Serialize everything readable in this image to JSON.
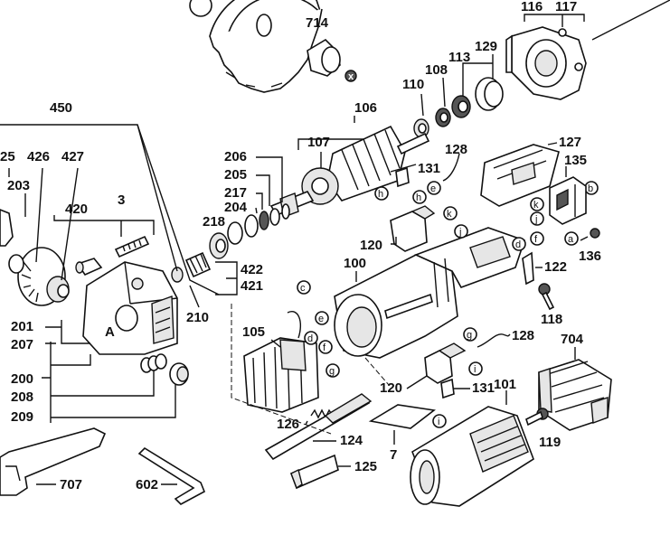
{
  "labels": {
    "l714": "714",
    "l116": "116",
    "l117": "117",
    "l129": "129",
    "l113": "113",
    "l108": "108",
    "l110": "110",
    "l106": "106",
    "l450": "450",
    "l107": "107",
    "l206": "206",
    "l205": "205",
    "l217": "217",
    "l204": "204",
    "l218": "218",
    "l127": "127",
    "l128a": "128",
    "l131a": "131",
    "l135": "135",
    "l136": "136",
    "l120a": "120",
    "l122": "122",
    "l118": "118",
    "l100": "100",
    "l422": "422",
    "l421": "421",
    "l210": "210",
    "l3": "3",
    "l420": "420",
    "l25": "25",
    "l426": "426",
    "l427": "427",
    "l203": "203",
    "l201": "201",
    "l207": "207",
    "l200": "200",
    "l208": "208",
    "l209": "209",
    "l105": "105",
    "l126": "126",
    "l124": "124",
    "l125": "125",
    "l7": "7",
    "l120b": "120",
    "l131b": "131",
    "l128b": "128",
    "l704": "704",
    "l101": "101",
    "l119": "119",
    "l707": "707",
    "l602": "602"
  },
  "callouts": {
    "a": "a",
    "b": "b",
    "c": "c",
    "d": "d",
    "e": "e",
    "f": "f",
    "g": "g",
    "h": "h",
    "i": "i",
    "j": "j",
    "k": "k"
  },
  "marks": {
    "cover_letter": "A",
    "x_mark": "x"
  }
}
